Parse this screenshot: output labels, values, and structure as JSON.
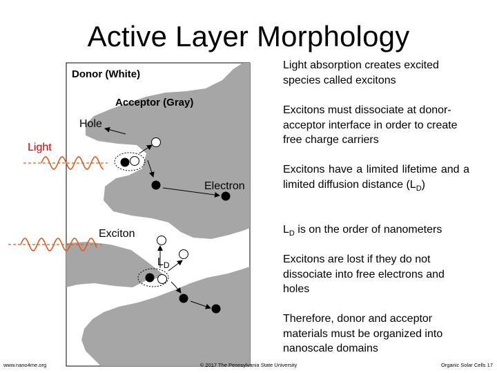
{
  "slide": {
    "title": "Active Layer Morphology"
  },
  "diagram": {
    "labels": {
      "donor": "Donor (White)",
      "acceptor": "Acceptor (Gray)",
      "hole": "Hole",
      "light": "Light",
      "electron": "Electron",
      "exciton": "Exciton",
      "ld_main": "L",
      "ld_sub": "D"
    },
    "colors": {
      "acceptor_fill": "#a6a6a6",
      "light_color": "#e05a1c",
      "light_label_color": "#d40000"
    }
  },
  "bullets": [
    {
      "text": "Light absorption creates excited species called excitons"
    },
    {
      "text": "Excitons must dissociate at donor-acceptor interface in order to create free charge carriers"
    },
    {
      "pre": "Excitons have a limited lifetime and a limited diffusion distance (L",
      "sub": "D",
      "post": ")"
    },
    {
      "sub_lead": "L",
      "sub": "D",
      "post": " is on the order of nanometers"
    },
    {
      "text": "Excitons are lost if they do not dissociate into free electrons and holes"
    },
    {
      "text": "Therefore, donor and acceptor materials must be organized into nanoscale domains"
    }
  ],
  "footer": {
    "left": "www.nano4me.org",
    "center": "© 2017 The Pennsylvania State University",
    "right": "Organic Solar Cells 17"
  }
}
